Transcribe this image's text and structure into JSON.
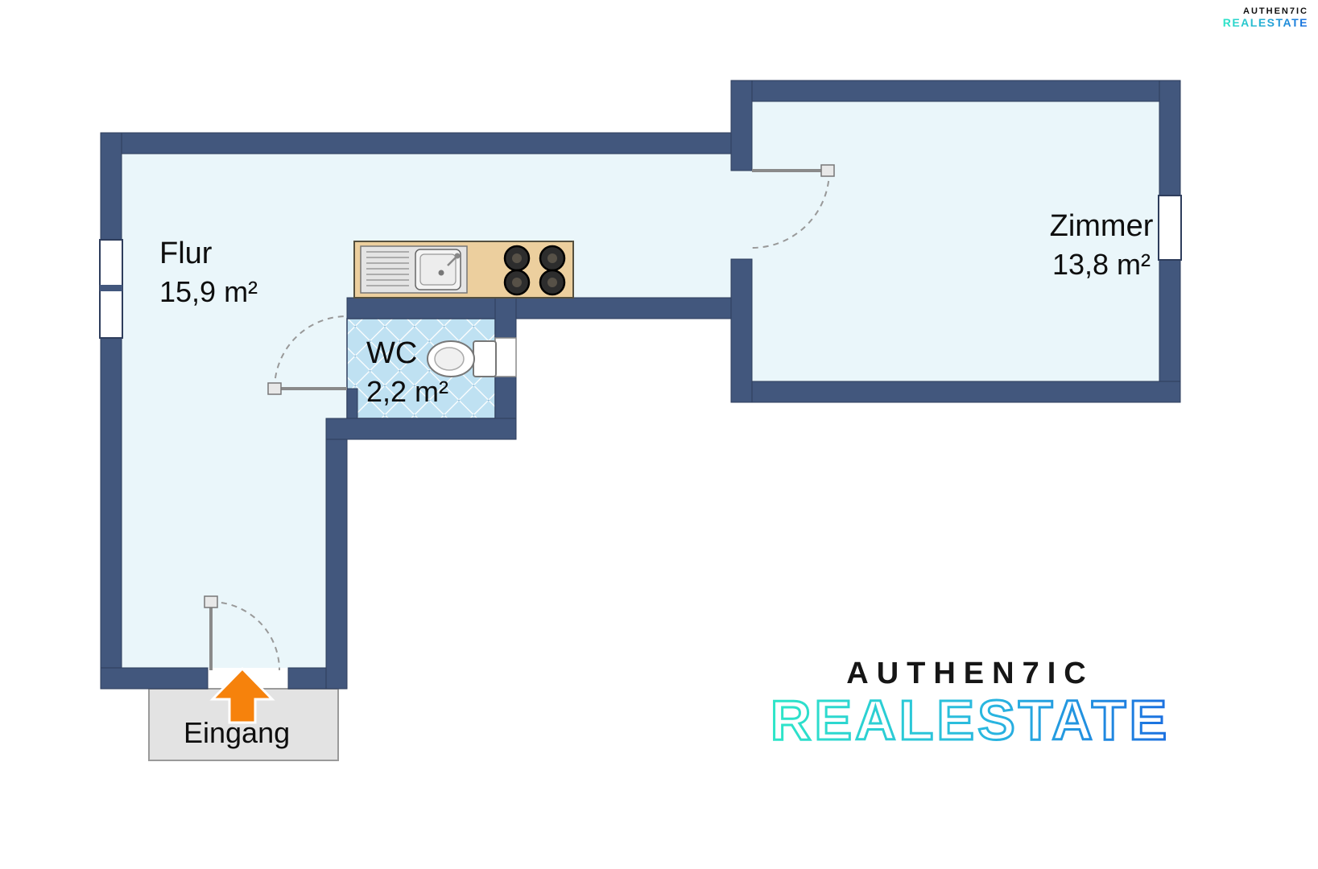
{
  "branding": {
    "line1": "AUTHEN7IC",
    "line2": "REALESTATE"
  },
  "rooms": {
    "flur": {
      "name": "Flur",
      "area": "15,9 m²"
    },
    "wc": {
      "name": "WC",
      "area": "2,2 m²"
    },
    "zimmer": {
      "name": "Zimmer",
      "area": "13,8 m²"
    }
  },
  "entrance": {
    "label": "Eingang"
  },
  "colors": {
    "wall": "#42577d",
    "wall_outline": "#2e3d5c",
    "room_fill": "#eaf6fa",
    "tile_fill": "#bfe1f2",
    "counter_fill": "#eccf9e",
    "arrow_orange": "#f6820c",
    "logo_teal": "#2ee6c8",
    "logo_blue": "#1b6fe0",
    "entrance_box": "#e3e3e3"
  }
}
